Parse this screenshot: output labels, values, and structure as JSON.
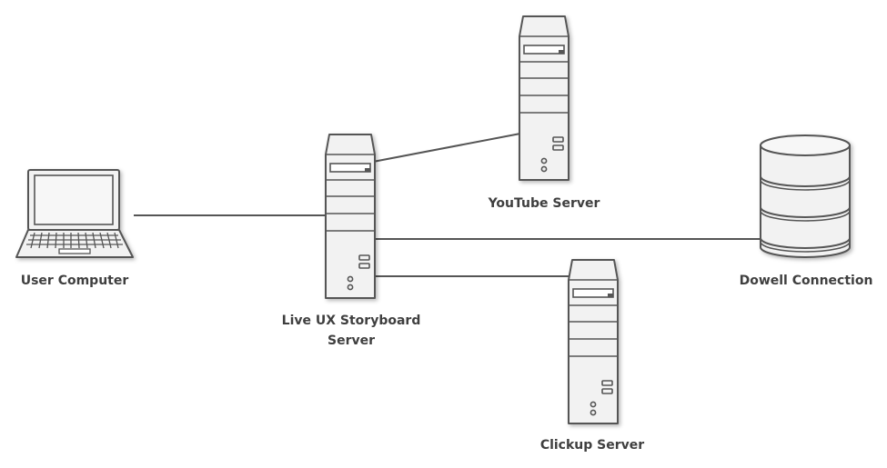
{
  "nodes": {
    "user_computer": {
      "label": "User Computer",
      "icon": "laptop-icon"
    },
    "live_ux_server": {
      "label": "Live UX Storyboard Server",
      "icon": "server-tower-icon"
    },
    "youtube_server": {
      "label": "YouTube Server",
      "icon": "server-tower-icon"
    },
    "clickup_server": {
      "label": "Clickup Server",
      "icon": "server-tower-icon"
    },
    "dowell_connection": {
      "label": "Dowell Connection",
      "icon": "database-icon"
    }
  },
  "edges": [
    {
      "from": "user_computer",
      "to": "live_ux_server"
    },
    {
      "from": "live_ux_server",
      "to": "youtube_server"
    },
    {
      "from": "live_ux_server",
      "to": "dowell_connection"
    },
    {
      "from": "live_ux_server",
      "to": "clickup_server"
    }
  ],
  "colors": {
    "stroke": "#555555",
    "fill": "#f2f2f2",
    "text": "#3f3f3f",
    "background": "#ffffff"
  }
}
